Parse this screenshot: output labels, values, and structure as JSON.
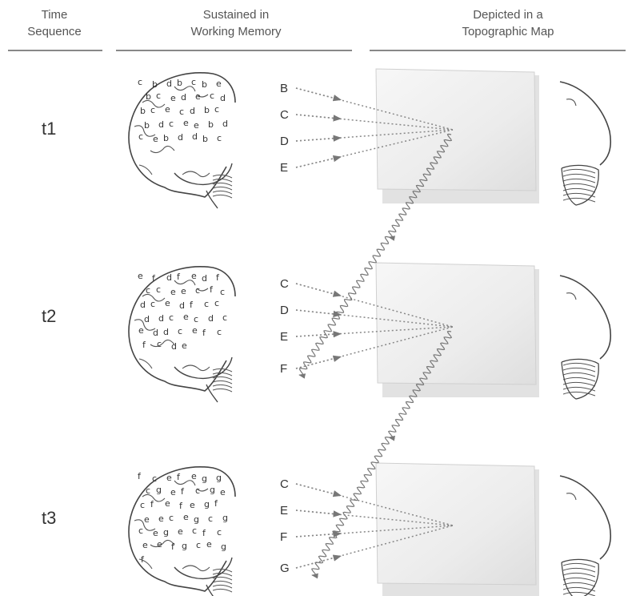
{
  "headers": {
    "time": [
      "Time",
      "Sequence"
    ],
    "memory": [
      "Sustained in",
      "Working Memory"
    ],
    "map": [
      "Depicted in a",
      "Topographic Map"
    ]
  },
  "rows": [
    {
      "label": "t1",
      "inputs": [
        "B",
        "C",
        "D",
        "E"
      ],
      "brain_letters": [
        "c",
        "b",
        "d",
        "b",
        "c",
        "b",
        "e",
        "b",
        "c",
        "e",
        "d",
        "e",
        "c",
        "d",
        "b",
        "c",
        "e",
        "c",
        "d",
        "b",
        "c",
        "b",
        "d",
        "c",
        "e",
        "e",
        "b",
        "d",
        "c",
        "e",
        "b",
        "d",
        "d",
        "b",
        "c"
      ]
    },
    {
      "label": "t2",
      "inputs": [
        "C",
        "D",
        "E",
        "F"
      ],
      "brain_letters": [
        "e",
        "f",
        "d",
        "f",
        "e",
        "d",
        "f",
        "c",
        "c",
        "e",
        "e",
        "c",
        "f",
        "c",
        "d",
        "c",
        "e",
        "d",
        "f",
        "c",
        "c",
        "d",
        "d",
        "c",
        "e",
        "c",
        "d",
        "c",
        "e",
        "d",
        "d",
        "c",
        "e",
        "f",
        "c",
        "f",
        "c",
        "d",
        "e"
      ]
    },
    {
      "label": "t3",
      "inputs": [
        "C",
        "E",
        "F",
        "G"
      ],
      "brain_letters": [
        "f",
        "c",
        "e",
        "f",
        "e",
        "g",
        "g",
        "c",
        "g",
        "e",
        "f",
        "c",
        "g",
        "e",
        "c",
        "f",
        "e",
        "f",
        "e",
        "g",
        "f",
        "e",
        "e",
        "c",
        "e",
        "g",
        "c",
        "g",
        "c",
        "e",
        "g",
        "e",
        "c",
        "f",
        "c",
        "e",
        "e",
        "f",
        "g",
        "c",
        "e",
        "g",
        "f"
      ]
    }
  ],
  "colors": {
    "arrow": "#888888",
    "paper": "#f4f4f4",
    "paper_edge": "#d8d8d8",
    "brain_line": "#444444"
  },
  "icons": {
    "brain": "brain-sketch-icon",
    "cerebellum": "cerebellum-sketch-icon",
    "paper": "paper-sheet-icon"
  }
}
